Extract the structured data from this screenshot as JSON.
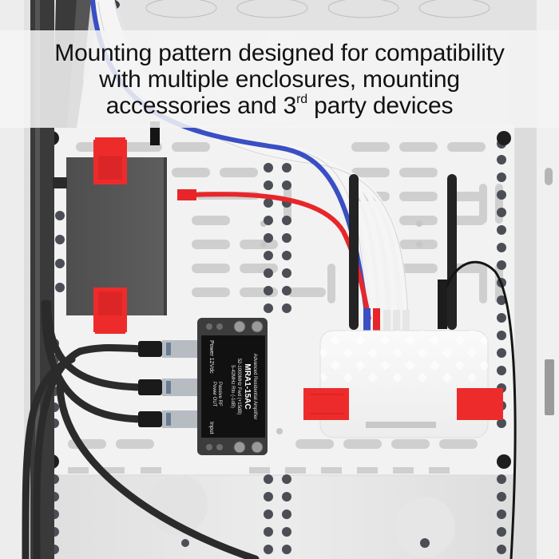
{
  "caption": {
    "line1": "Mounting pattern designed for compatibility",
    "line2": "with multiple enclosures, mounting",
    "line3_before": "accessories and 3",
    "line3_sup": "rd",
    "line3_after": " party devices"
  },
  "amplifier": {
    "title": "Advanced Residential Amplifier",
    "model": "MRA1-15AC",
    "spec1": "52-1000MHz Fwd (+15dB)",
    "spec2": "5-42MHz Rtn (-1dB)",
    "port_power": "Power 12Vdc",
    "port_out_a": "Passive RF",
    "port_out_b": "Power OUT",
    "port_input": "Input"
  },
  "colors": {
    "panel": "#f1f1f1",
    "enclosure": "#e4e4e4",
    "bracket_red": "#ee2b2b",
    "switch_grey": "#575757",
    "cable_blue": "#3a4fc4",
    "cable_red": "#e8262a",
    "cable_white": "#f3f3f3",
    "coax_black": "#2b2b2b",
    "router_white": "#f4f4f4"
  }
}
